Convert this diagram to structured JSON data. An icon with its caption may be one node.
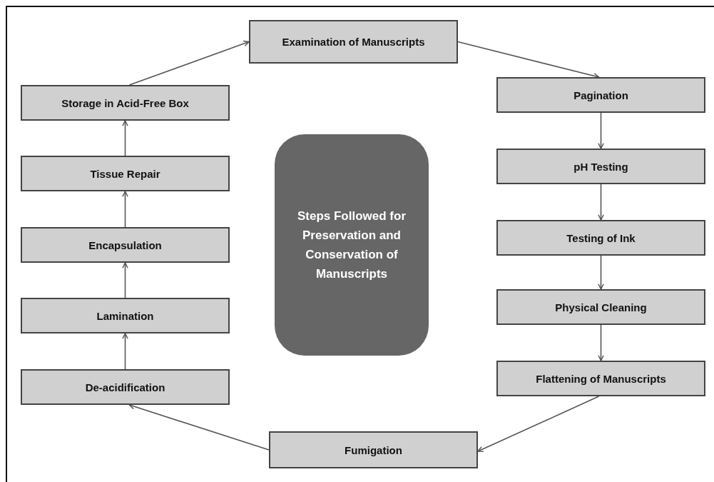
{
  "diagram": {
    "nodes": [
      {
        "text": [
          "Examination of Manuscripts"
        ]
      },
      {
        "text": [
          "Pagination"
        ]
      },
      {
        "text": [
          "pH Testing"
        ]
      },
      {
        "text": [
          "Testing of Ink"
        ]
      },
      {
        "text": [
          "Physical Cleaning"
        ]
      },
      {
        "text": [
          "Flattening of Manuscripts"
        ]
      },
      {
        "text": [
          "Fumigation"
        ]
      },
      {
        "text": [
          "De-acidification"
        ]
      },
      {
        "text": [
          "Lamination"
        ]
      },
      {
        "text": [
          "Encapsulation"
        ]
      },
      {
        "text": [
          "Tissue Repair"
        ]
      },
      {
        "text": [
          "Storage in Acid-Free Box"
        ]
      },
      {
        "text": [
          "Steps Followed for Preservation and Conservation of Manuscripts"
        ]
      }
    ],
    "edges": [
      {
        "from": 0,
        "to": 1,
        "arrow": "to"
      },
      {
        "from": 1,
        "to": 2,
        "arrow": "to"
      },
      {
        "from": 2,
        "to": 3,
        "arrow": "to"
      },
      {
        "from": 3,
        "to": 4,
        "arrow": "to"
      },
      {
        "from": 4,
        "to": 5,
        "arrow": "to"
      },
      {
        "from": 5,
        "to": 6,
        "arrow": "to"
      },
      {
        "from": 6,
        "to": 7,
        "arrow": "to"
      },
      {
        "from": 7,
        "to": 8,
        "arrow": "to"
      },
      {
        "from": 8,
        "to": 9,
        "arrow": "to"
      },
      {
        "from": 9,
        "to": 10,
        "arrow": "to"
      },
      {
        "from": 10,
        "to": 11,
        "arrow": "to"
      },
      {
        "from": 11,
        "to": 0,
        "arrow": "to"
      }
    ]
  }
}
